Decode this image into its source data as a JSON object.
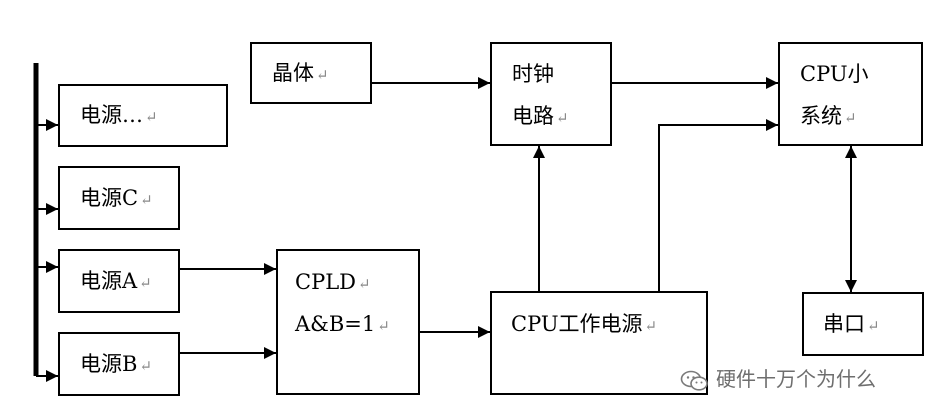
{
  "diagram": {
    "nodes": {
      "crystal": "晶体",
      "power_etc": "电源…",
      "power_c": "电源C",
      "power_a": "电源A",
      "power_b": "电源B",
      "cpld_line1": "CPLD",
      "cpld_line2": "A&B=1",
      "clock_line1": "时钟",
      "clock_line2": "电路",
      "cpu_power": "CPU工作电源",
      "cpu_line1": "CPU小",
      "cpu_line2": "系统",
      "serial": "串口"
    },
    "return_mark": "↵",
    "edges": [
      {
        "from": "晶体",
        "to": "时钟电路"
      },
      {
        "from": "时钟电路",
        "to": "CPU小系统"
      },
      {
        "from": "电源A",
        "to": "CPLD"
      },
      {
        "from": "电源B",
        "to": "CPLD"
      },
      {
        "from": "CPLD",
        "to": "CPU工作电源"
      },
      {
        "from": "CPU工作电源",
        "to": "时钟电路"
      },
      {
        "from": "CPU工作电源",
        "to": "CPU小系统"
      },
      {
        "from": "CPU小系统",
        "to": "串口",
        "bidirectional": true
      },
      {
        "from": "bus",
        "to": "电源…"
      },
      {
        "from": "bus",
        "to": "电源C"
      },
      {
        "from": "bus",
        "to": "电源A"
      },
      {
        "from": "bus",
        "to": "电源B"
      }
    ]
  },
  "watermark": "硬件十万个为什么"
}
